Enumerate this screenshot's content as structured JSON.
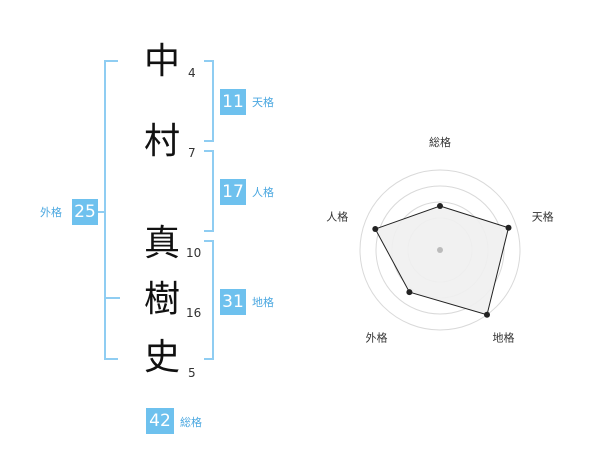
{
  "name_chars": [
    {
      "char": "中",
      "strokes": "4"
    },
    {
      "char": "村",
      "strokes": "7"
    },
    {
      "char": "真",
      "strokes": "10"
    },
    {
      "char": "樹",
      "strokes": "16"
    },
    {
      "char": "史",
      "strokes": "5"
    }
  ],
  "fortunes": {
    "tenkaku": {
      "value": "11",
      "label": "天格"
    },
    "jinkaku": {
      "value": "17",
      "label": "人格"
    },
    "chikaku": {
      "value": "31",
      "label": "地格"
    },
    "gaikaku": {
      "value": "25",
      "label": "外格"
    },
    "soukaku": {
      "value": "42",
      "label": "総格"
    }
  },
  "colors": {
    "accent": "#6ec1ee",
    "bracket": "#8fcdf2"
  },
  "chart_data": {
    "type": "radar",
    "axes": [
      "総格",
      "天格",
      "地格",
      "外格",
      "人格"
    ],
    "values": [
      0.55,
      0.9,
      1.0,
      0.65,
      0.85
    ],
    "max": 1.0,
    "rings": 4
  }
}
